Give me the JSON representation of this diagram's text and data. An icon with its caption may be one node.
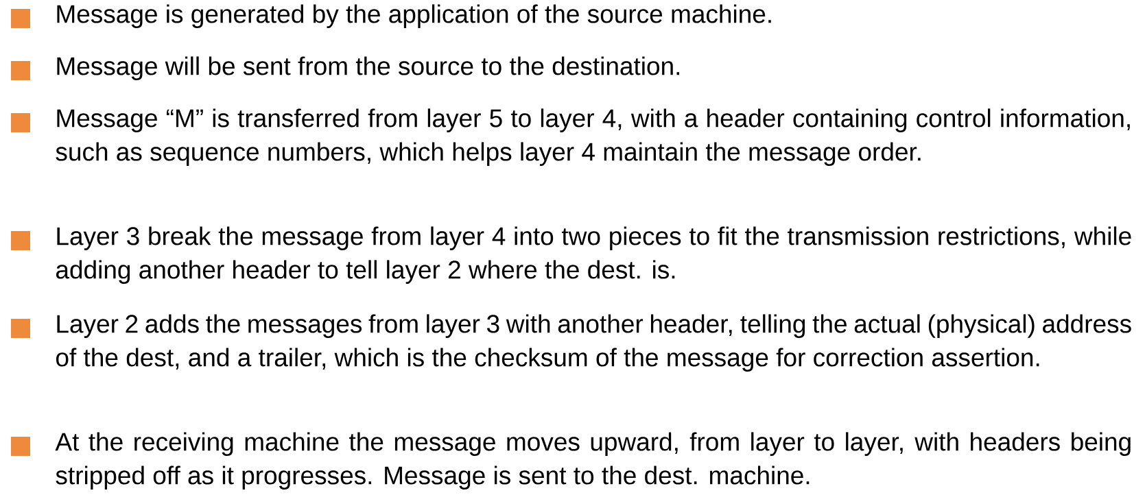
{
  "diagram": {
    "labels": [
      "Message is generated by the application of the source machine.",
      "Message will be sent from the source to the destination.",
      "Message “M” is transferred from layer 5 to layer 4, with a header containing control information, such as sequence numbers, which helps layer 4 maintain the message order.",
      "Layer 3 break the message from layer 4 into two pieces to fit the transmission restrictions, while adding another header to tell layer 2 where the dest. is.",
      "Layer 2 adds the messages from layer 3 with another header, telling the actual (physical) address of the dest, and a trailer, which is the checksum of the message for correction assertion.",
      "At the receiving machine the message moves upward, from layer to layer, with headers being stripped off as it progresses. Message is sent to the dest. machine."
    ]
  }
}
